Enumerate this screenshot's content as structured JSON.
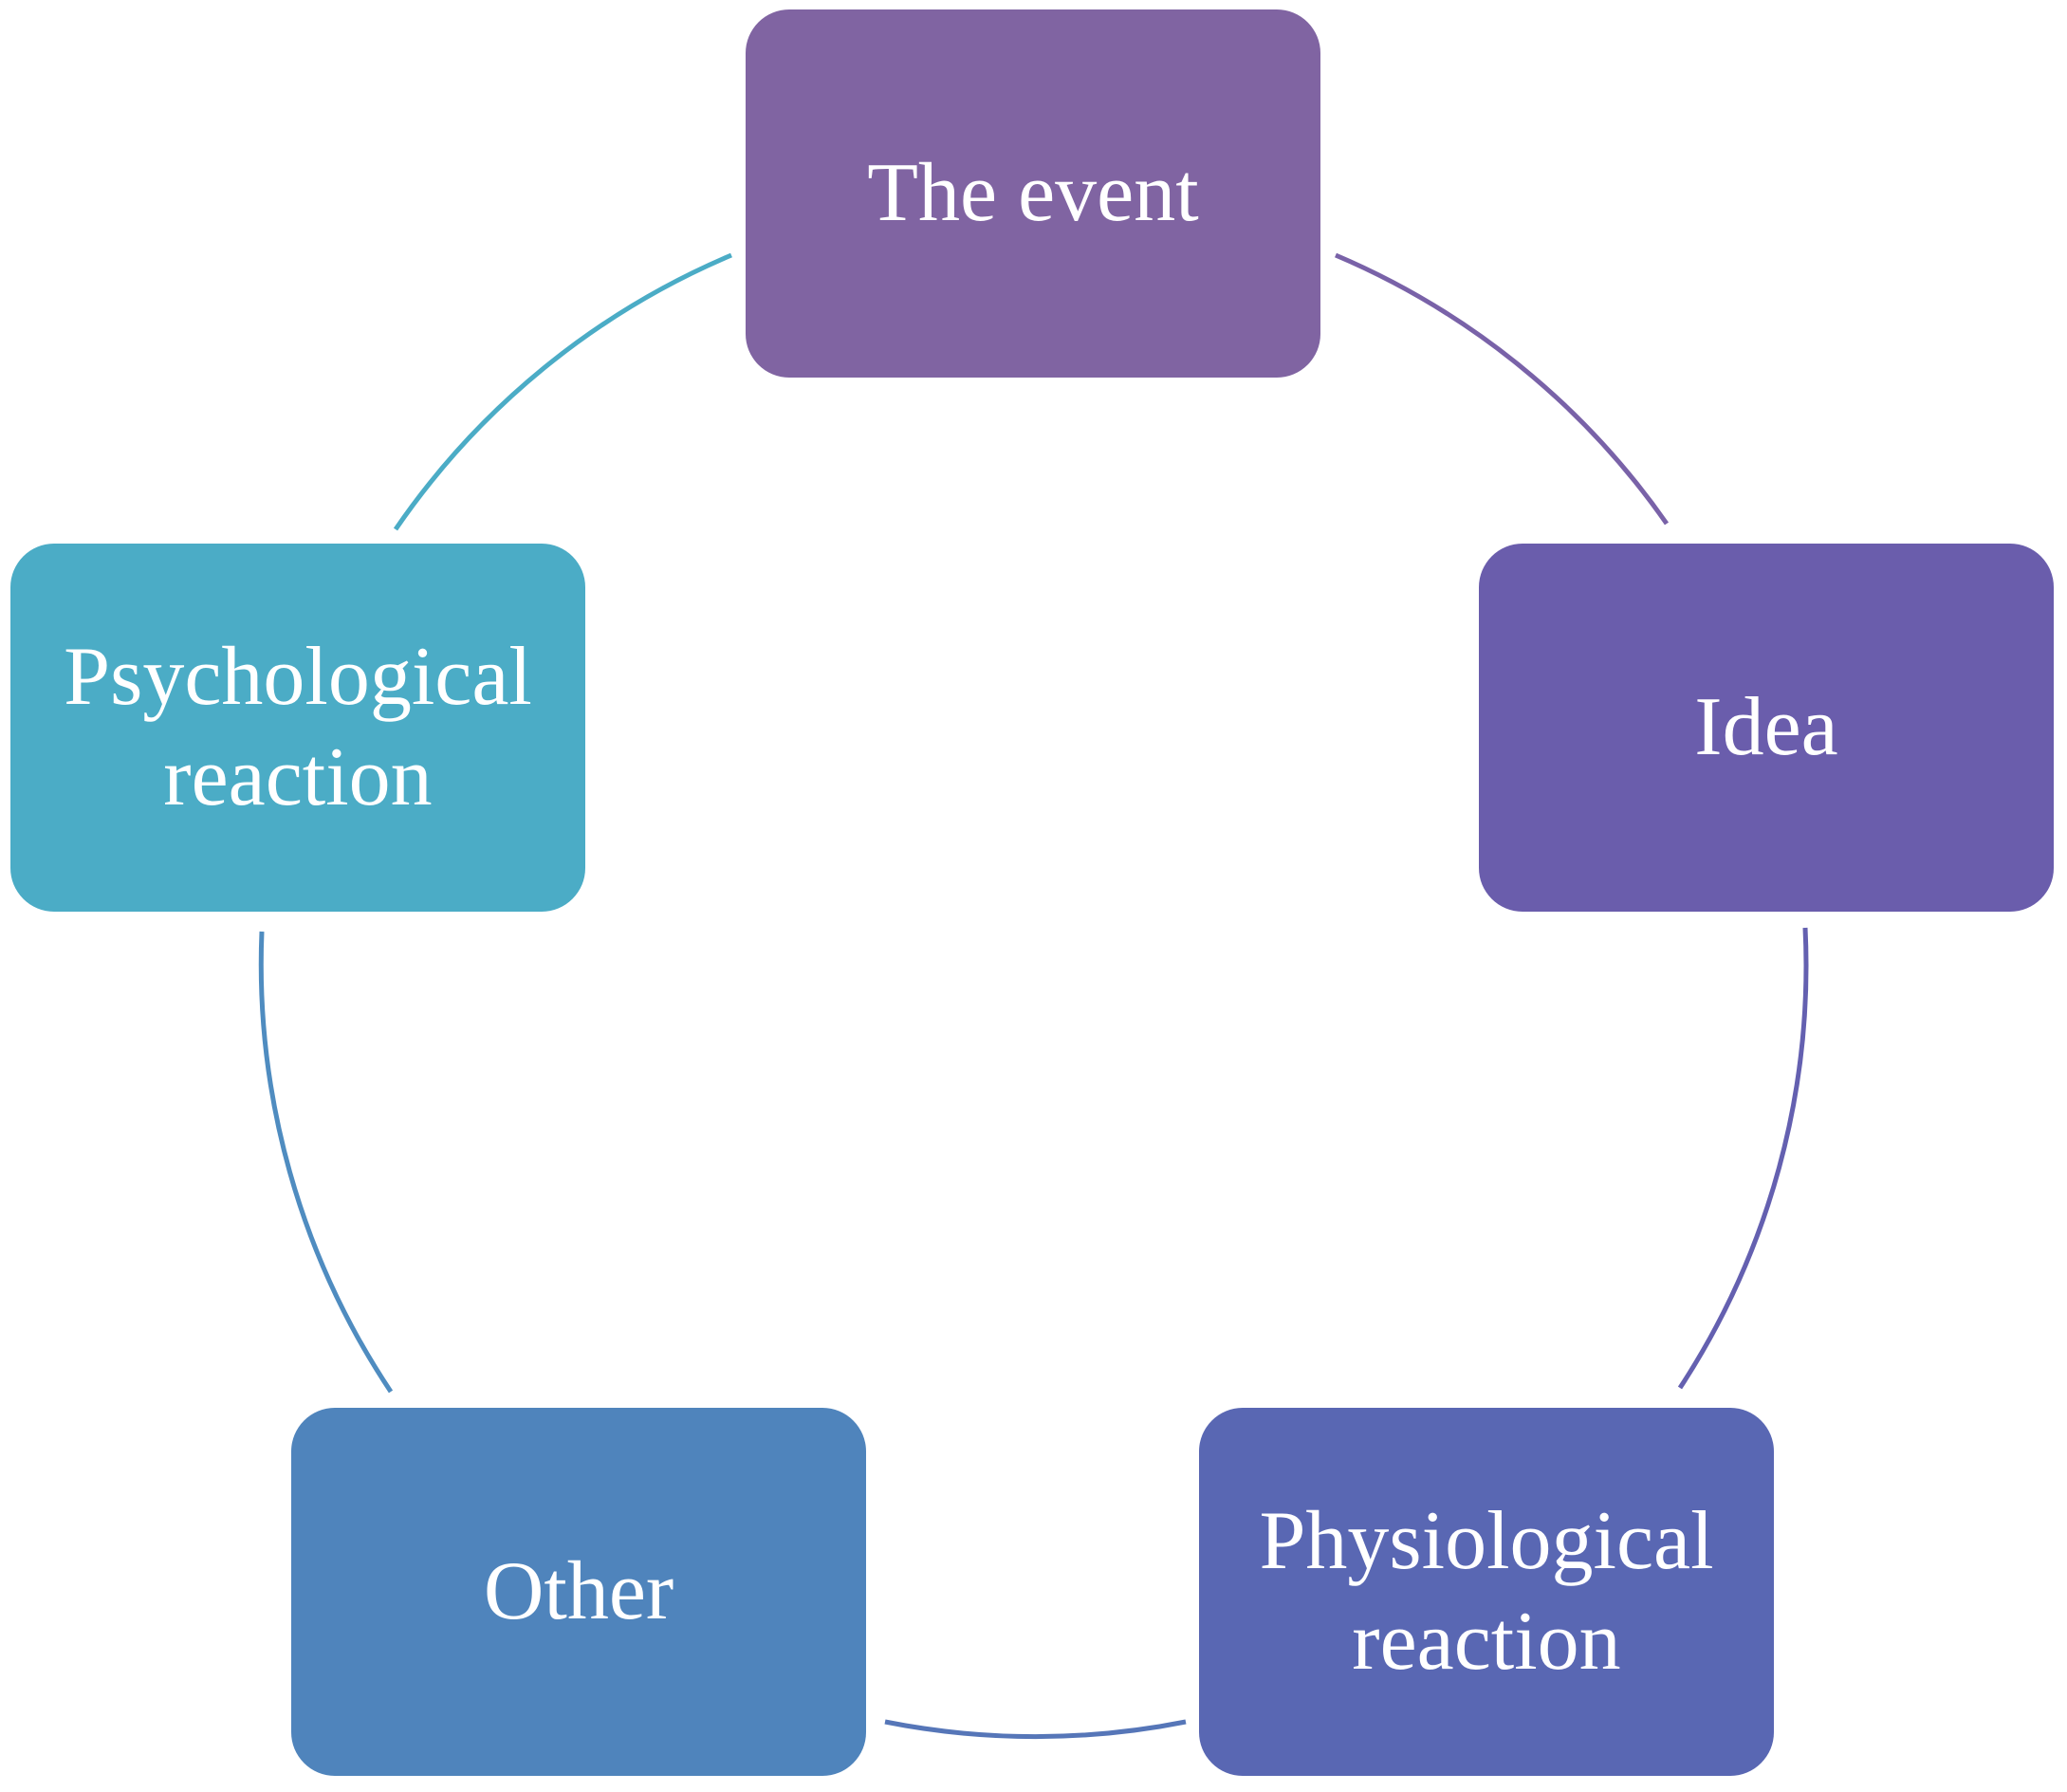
{
  "diagram": {
    "type": "cycle",
    "nodes": [
      {
        "label": "The event",
        "color": "#8064A2"
      },
      {
        "label": "Idea",
        "color": "#6A5DAC"
      },
      {
        "label": "Physiological\nreaction",
        "color": "#5967B3"
      },
      {
        "label": "Other",
        "color": "#4F84BC"
      },
      {
        "label": "Psychological\nreaction",
        "color": "#4BACC6"
      }
    ],
    "connectors": [
      {
        "from": "The event",
        "to": "Idea",
        "color": "#7962A8"
      },
      {
        "from": "Idea",
        "to": "Physiological reaction",
        "color": "#6460B0"
      },
      {
        "from": "Physiological reaction",
        "to": "Other",
        "color": "#5676B8"
      },
      {
        "from": "Other",
        "to": "Psychological reaction",
        "color": "#4F8CC0"
      },
      {
        "from": "Psychological reaction",
        "to": "The event",
        "color": "#4BACC6"
      }
    ]
  }
}
